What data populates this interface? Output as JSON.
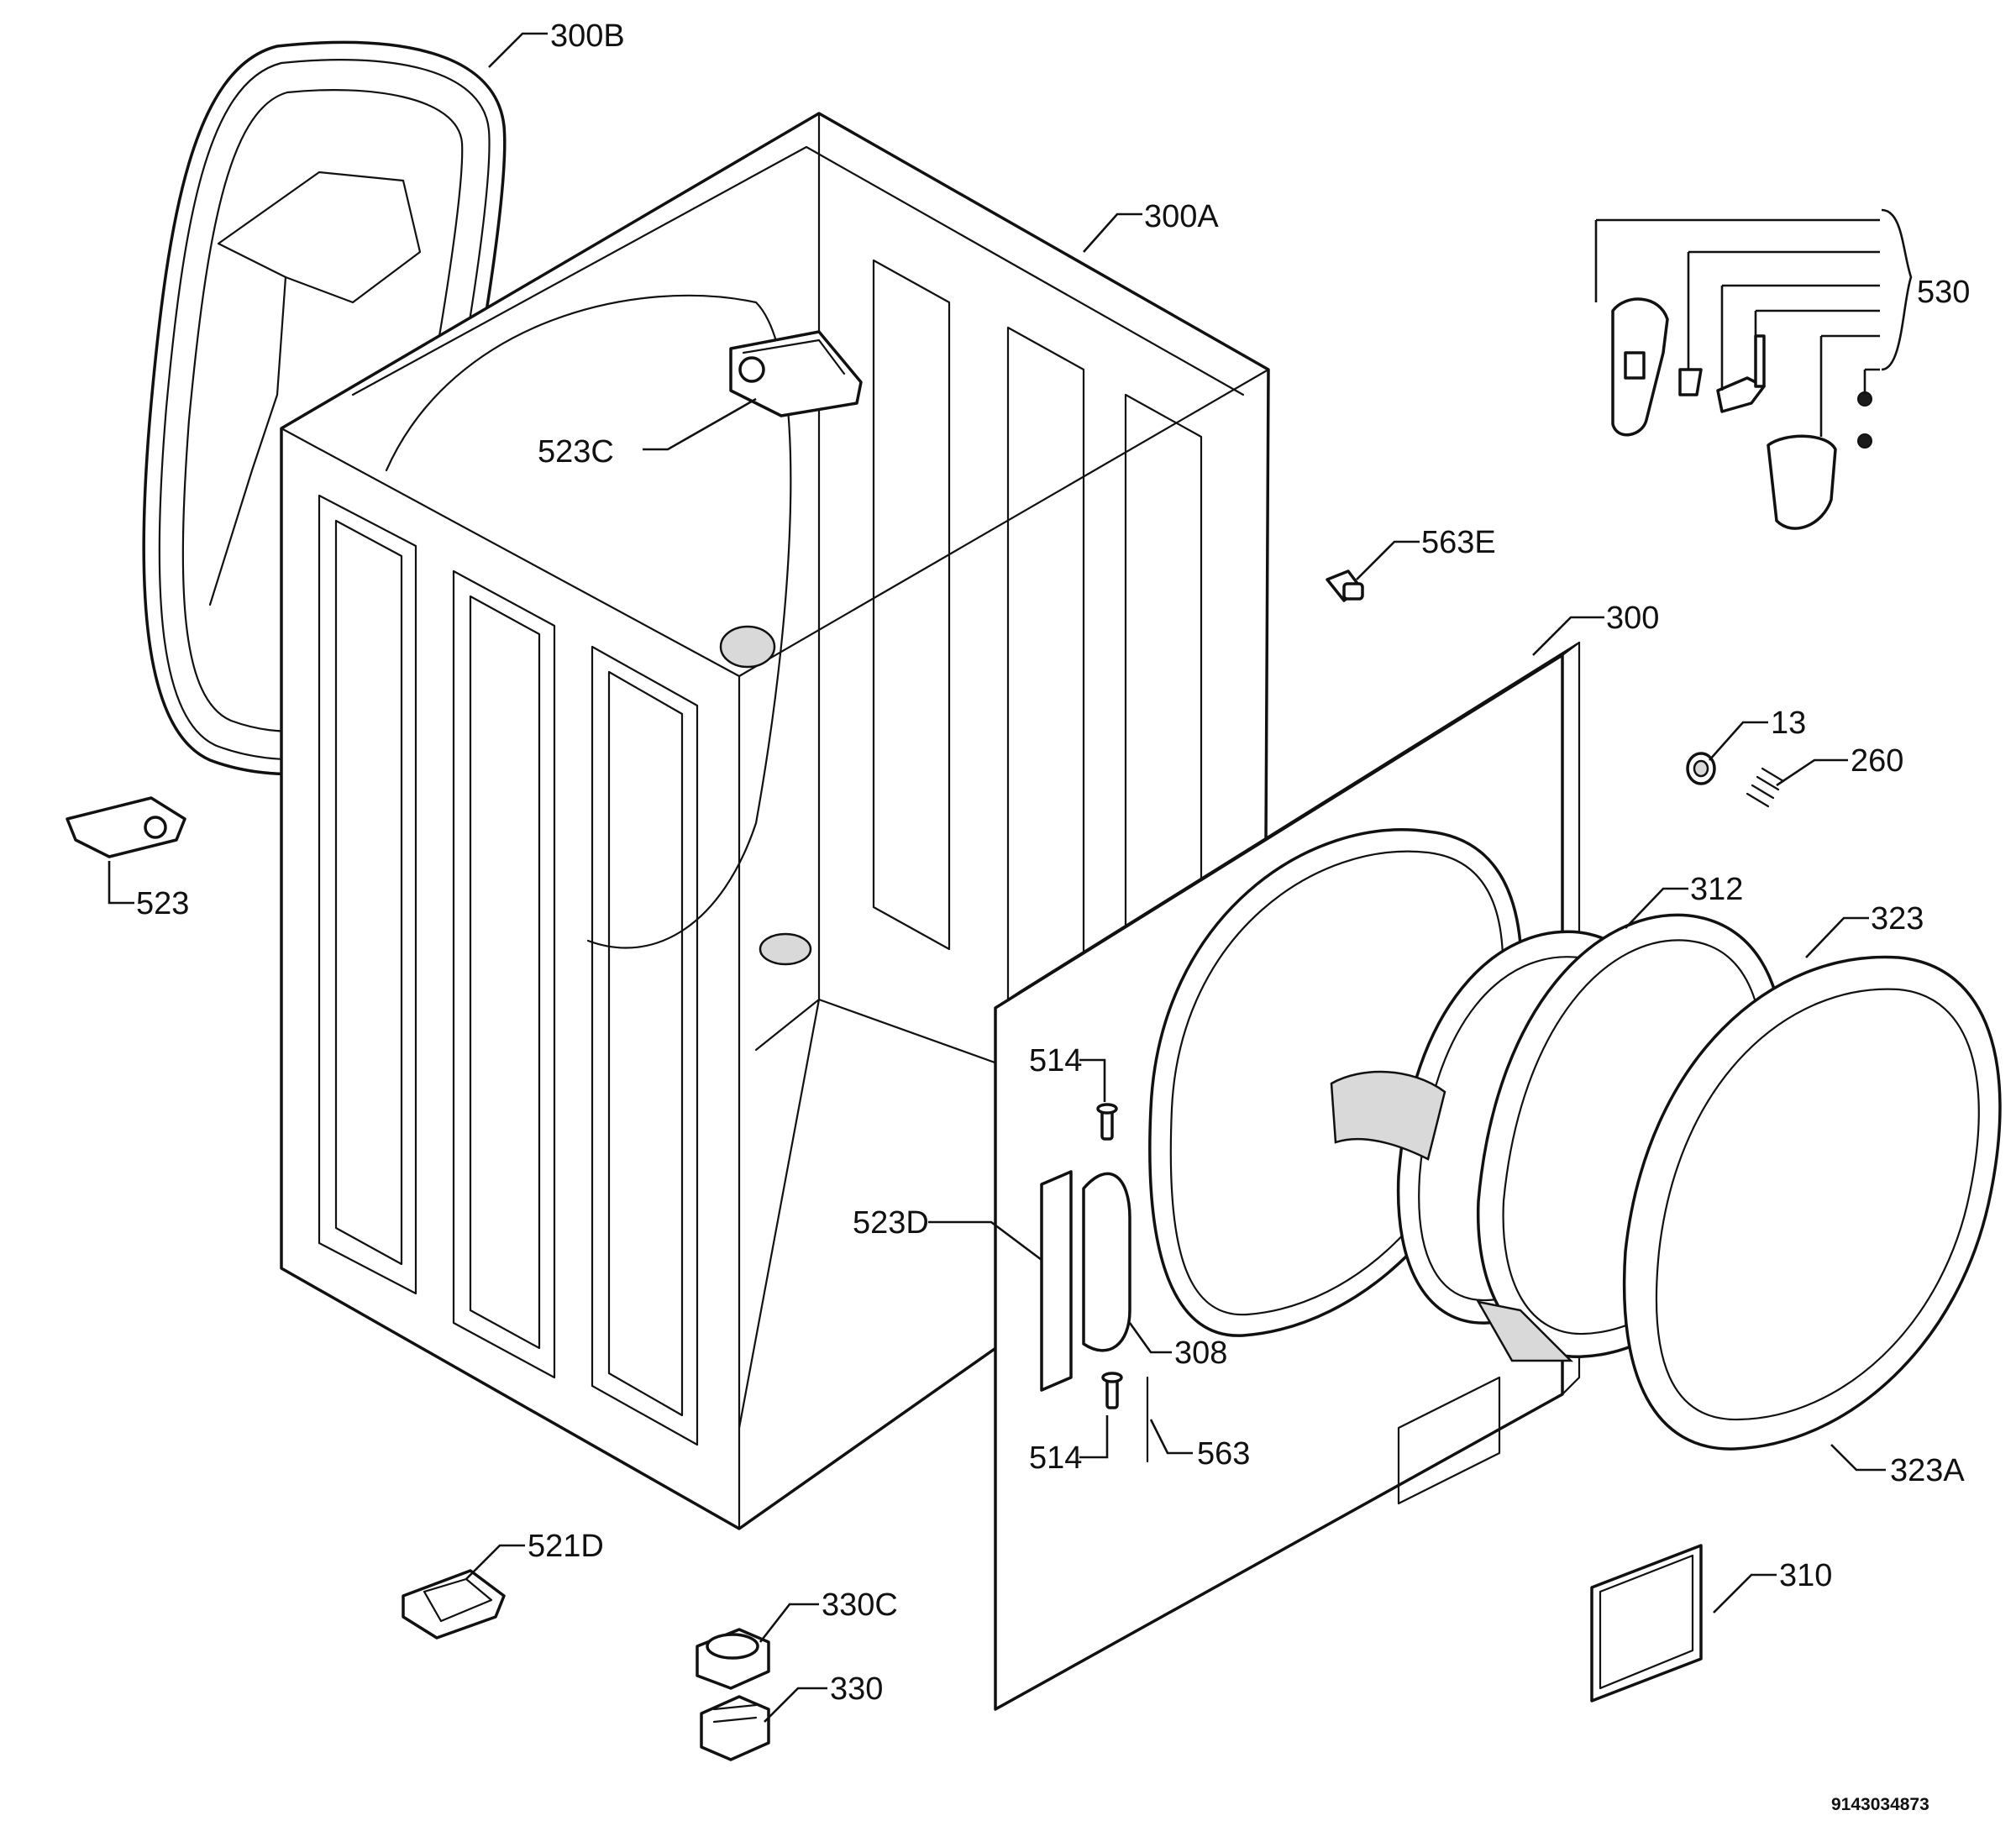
{
  "document_number": "9143034873",
  "callouts": [
    {
      "id": "300B",
      "label": "300B"
    },
    {
      "id": "300A",
      "label": "300A"
    },
    {
      "id": "530",
      "label": "530"
    },
    {
      "id": "523C",
      "label": "523C"
    },
    {
      "id": "563E",
      "label": "563E"
    },
    {
      "id": "300",
      "label": "300"
    },
    {
      "id": "13",
      "label": "13"
    },
    {
      "id": "260",
      "label": "260"
    },
    {
      "id": "523",
      "label": "523"
    },
    {
      "id": "312",
      "label": "312"
    },
    {
      "id": "323",
      "label": "323"
    },
    {
      "id": "514a",
      "label": "514"
    },
    {
      "id": "523D",
      "label": "523D"
    },
    {
      "id": "308",
      "label": "308"
    },
    {
      "id": "514b",
      "label": "514"
    },
    {
      "id": "563",
      "label": "563"
    },
    {
      "id": "323A",
      "label": "323A"
    },
    {
      "id": "521D",
      "label": "521D"
    },
    {
      "id": "310",
      "label": "310"
    },
    {
      "id": "330C",
      "label": "330C"
    },
    {
      "id": "330",
      "label": "330"
    }
  ]
}
